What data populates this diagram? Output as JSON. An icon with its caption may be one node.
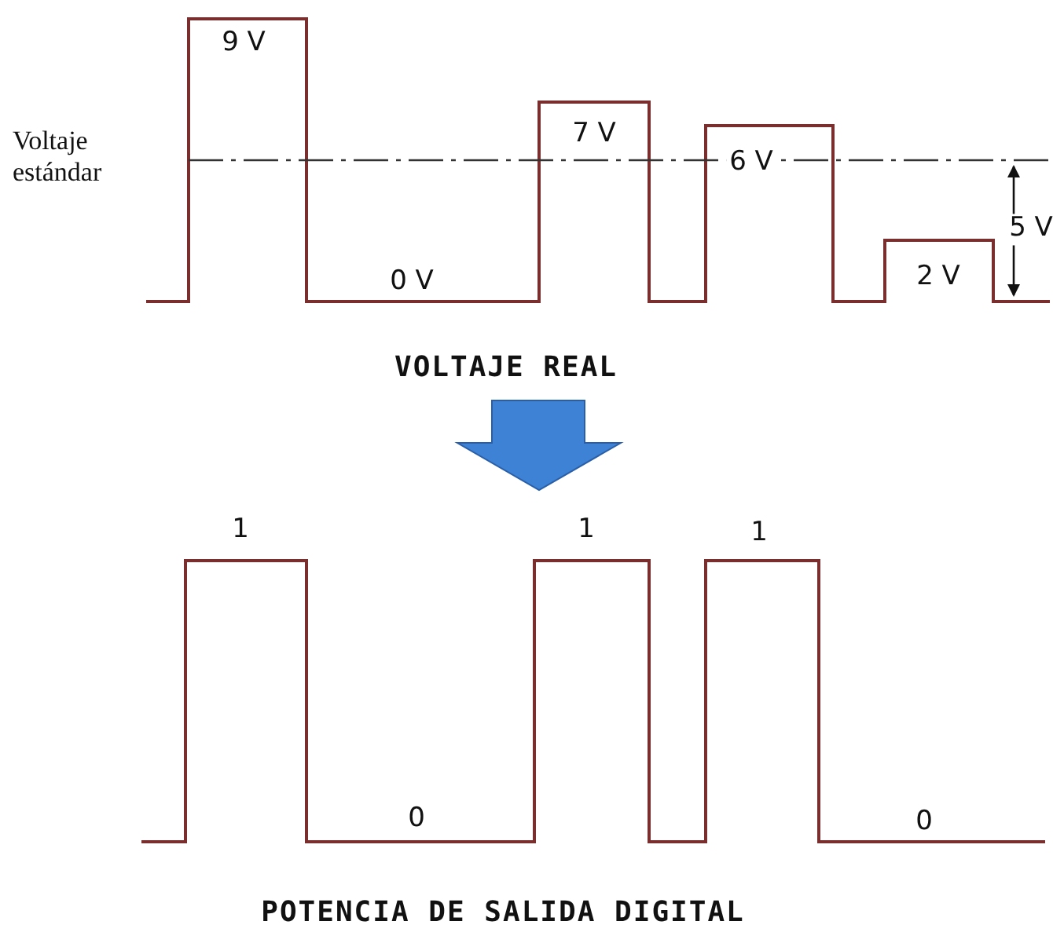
{
  "diagram": {
    "labels": [
      "9 V",
      "Voltaje estándar",
      "7 V",
      "6 V",
      "5 V",
      "0 V",
      "2 V",
      "VOLTAJE REAL",
      "1",
      "1",
      "1",
      "0",
      "0",
      "POTENCIA DE SALIDA DIGITAL"
    ]
  }
}
